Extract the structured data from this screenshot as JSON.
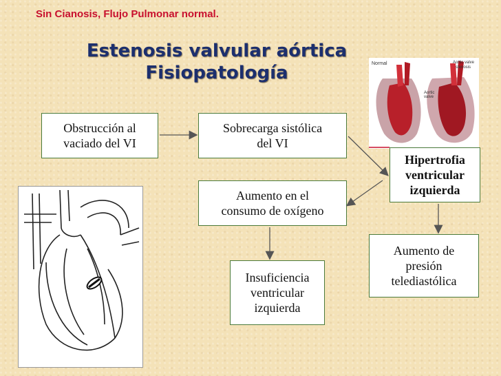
{
  "header": {
    "note": "Sin Cianosis, Flujo Pulmonar normal.",
    "title_line1": "Estenosis valvular aórtica",
    "title_line2": "Fisiopatología"
  },
  "photo_labels": {
    "normal": "Normal",
    "stenosis_line1": "Aortic valve",
    "stenosis_line2": "stenosis",
    "aortic_line1": "Aortic",
    "aortic_line2": "valve"
  },
  "nodes": {
    "obstruccion": {
      "line1": "Obstrucción  al",
      "line2": "vaciado del VI"
    },
    "sobrecarga": {
      "line1": "Sobrecarga sistólica",
      "line2": "del VI"
    },
    "hipertrofia": {
      "line1": "Hipertrofia",
      "line2": "ventricular",
      "line3": "izquierda"
    },
    "aumento_consumo": {
      "line1": "Aumento en el",
      "line2": "consumo de oxígeno"
    },
    "aumento_presion": {
      "line1": "Aumento de",
      "line2": "presión",
      "line3": "telediastólica"
    },
    "insuficiencia": {
      "line1": "Insuficiencia",
      "line2": "ventricular",
      "line3": "izquierda"
    }
  },
  "colors": {
    "title": "#1c2f6e",
    "note": "#c8102e",
    "box_border": "#4a7a3a",
    "arrow": "#555555"
  }
}
